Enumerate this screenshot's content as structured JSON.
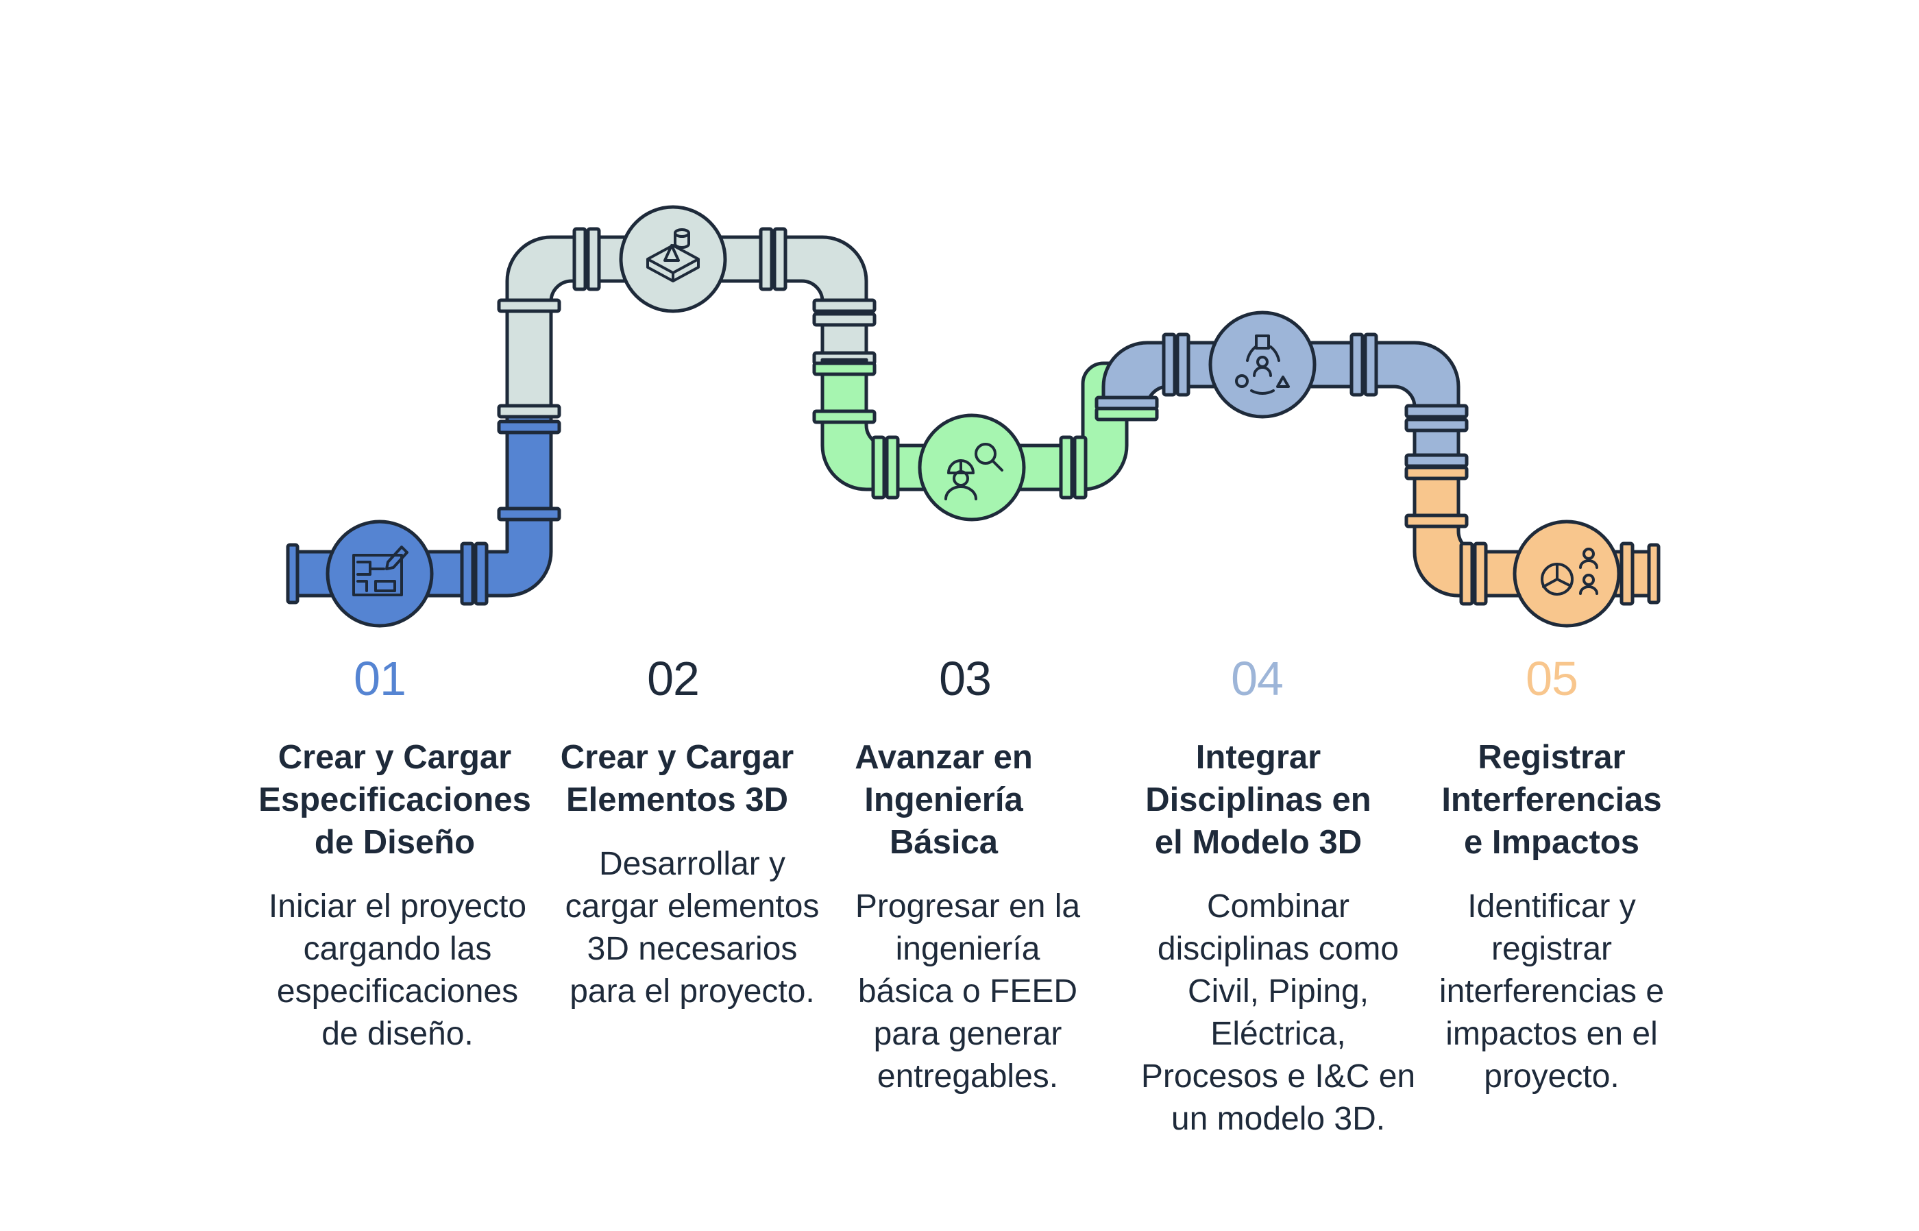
{
  "colors": {
    "blue": "#5584d2",
    "gray": "#d4e1df",
    "green": "#a6f5b0",
    "steel": "#9db5d8",
    "orange": "#f8c68d",
    "outline": "#1e2a3a"
  },
  "steps": [
    {
      "number": "01",
      "title": "Crear y Cargar Especificaciones de Diseño",
      "description": "Iniciar el proyecto cargando las especificaciones de diseño.",
      "icon": "blueprint-pencil-icon",
      "color": "#5584d2"
    },
    {
      "number": "02",
      "title": "Crear y Cargar Elementos 3D",
      "description": "Desarrollar y cargar elementos 3D necesarios para el proyecto.",
      "icon": "3d-shapes-icon",
      "color": "#1e2a3a"
    },
    {
      "number": "03",
      "title": "Avanzar en Ingeniería Básica",
      "description": "Progresar en la ingeniería básica o FEED para generar entregables.",
      "icon": "engineer-search-icon",
      "color": "#1e2a3a"
    },
    {
      "number": "04",
      "title": "Integrar Disciplinas en el Modelo 3D",
      "description": "Combinar disciplinas como Civil, Piping, Eléctrica, Procesos e I&C en un modelo 3D.",
      "icon": "integration-cycle-icon",
      "color": "#9db5d8"
    },
    {
      "number": "05",
      "title": "Registrar Interferencias e Impactos",
      "description": "Identificar y registrar interferencias e impactos en el proyecto.",
      "icon": "pie-chart-people-icon",
      "color": "#f8c68d"
    }
  ]
}
